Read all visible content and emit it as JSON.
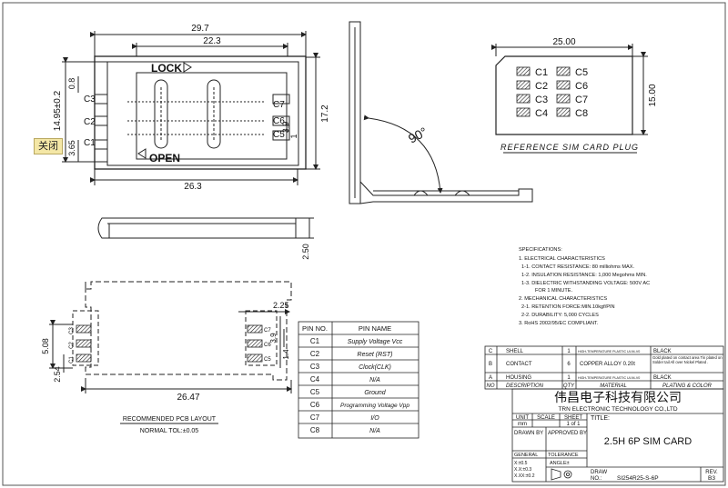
{
  "close_tab": {
    "label": "关闭"
  },
  "top_view": {
    "dims": {
      "overall_width": "29.7",
      "inner_width": "22.3",
      "bottom_width": "26.3",
      "right_height": "17.2",
      "left_height": "14.95±0.2",
      "d08": "0.8",
      "d365": "3.65",
      "d39": "3.9",
      "d1": "1"
    },
    "lock": "LOCK",
    "open": "OPEN",
    "pins_left": [
      "C3",
      "C2",
      "C1"
    ],
    "pins_right": [
      "C7",
      "C6",
      "C5"
    ]
  },
  "side_view": {
    "angle": "90°",
    "thickness": "2.50"
  },
  "sim_card": {
    "width": "25.00",
    "height": "15.00",
    "title": "REFERENCE SIM CARD PLUG",
    "pins_left": [
      "C1",
      "C2",
      "C3",
      "C4"
    ],
    "pins_right": [
      "C5",
      "C6",
      "C7",
      "C8"
    ]
  },
  "pcb": {
    "width": "26.47",
    "d225": "2.25",
    "d508": "5.08",
    "d254": "2.54",
    "d39": "3.9",
    "d14": "1.4",
    "title": "RECOMMENDED PCB LAYOUT",
    "tol": "NORMAL TOL:±0.05",
    "labels_left": [
      "C3",
      "C2",
      "C1"
    ],
    "labels_right": [
      "C7",
      "C6",
      "C5"
    ]
  },
  "pin_table": {
    "headers": [
      "PIN NO.",
      "PIN NAME"
    ],
    "rows": [
      [
        "C1",
        "Supply Voltage Vcc"
      ],
      [
        "C2",
        "Reset (RST)"
      ],
      [
        "C3",
        "Clock(CLK)"
      ],
      [
        "C4",
        "N/A"
      ],
      [
        "C5",
        "Ground"
      ],
      [
        "C6",
        "Programming Voltage Vpp"
      ],
      [
        "C7",
        "I/O"
      ],
      [
        "C8",
        "N/A"
      ]
    ]
  },
  "specs": {
    "lines": [
      "SPECIFICATIONS:",
      "1. ELECTRICAL CHARACTERISTICS",
      "1-1. CONTACT RESISTANCE: 80 milliohms MAX.",
      "1-2. INSULATION RESISTANCE: 1,000 Megohms MIN.",
      "1-3. DIELECTRIC WITHSTANDING VOLTAGE: 500V AC",
      "FOR 1 MINUTE.",
      "2. MECHANICAL CHARACTERISTICS",
      "2-1. RETENTION FORCE:MIN.10kgf/PIN",
      "2-2. DURABILITY: 5,000 CYCLES",
      "3. RoHS 2002/95/EC COMPLIANT."
    ]
  },
  "bom": {
    "rows": [
      [
        "C",
        "SHELL",
        "1",
        "HIGH-TEMPERATURE PLASTIC UL94-V0",
        "BLACK"
      ],
      [
        "B",
        "CONTACT",
        "6",
        "COPPER ALLOY 0.20t",
        "Gold plated on contact area Tin plated on Solder tail All over Nickel Plated ."
      ],
      [
        "A",
        "HOUSING",
        "1",
        "HIGH-TEMPERATURE PLASTIC UL94-V0",
        "BLACK"
      ]
    ],
    "header": [
      "NO",
      "DESCRIPTION",
      "QTY",
      "MATERIAL",
      "PLATING & COLOR"
    ]
  },
  "title_block": {
    "company_cn": "伟昌电子科技有限公司",
    "company_en": "TRN ELECTRONIC TECHNOLOGY CO.,LTD",
    "unit_label": "UNIT",
    "unit": "mm",
    "scale_label": "SCALE",
    "sheet_label": "SHEET",
    "sheet": "1 of 1",
    "title_label": "TITLE:",
    "title": "2.5H 6P SIM CARD",
    "drawn_by": "DRAWN BY",
    "approved_by": "APPROVED BY",
    "general": "GENERAL",
    "tolerance": "TOLERANCE",
    "tol_lines": [
      "X:±0.5",
      "X.X:±0.3",
      "X.XX:±0.2"
    ],
    "angle": "ANGLE±",
    "draw_label": "DRAW",
    "no_label": "NO.:",
    "draw_no": "SI254R25-S-6P",
    "rev_label": "REV.",
    "rev": "B3"
  }
}
